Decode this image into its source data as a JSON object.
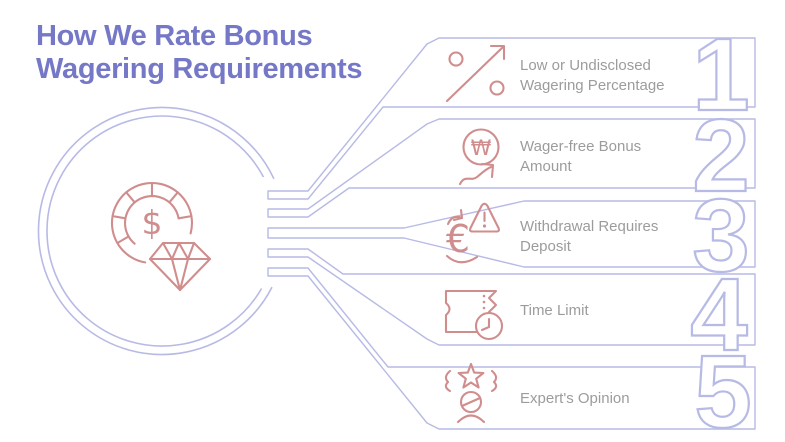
{
  "title": {
    "line1": "How We Rate Bonus",
    "line2": "Wagering Requirements"
  },
  "center_icon": {
    "name": "casino-chip-diamond-icon",
    "chip_symbol": "$"
  },
  "items": [
    {
      "number": "1",
      "label_line1": "Low or Undisclosed",
      "label_line2": "Wagering Percentage",
      "icon": "percent-growth-arrow-icon",
      "icon_symbol": ""
    },
    {
      "number": "2",
      "label_line1": "Wager-free Bonus",
      "label_line2": "Amount",
      "icon": "wager-free-coin-icon",
      "icon_symbol": "₩"
    },
    {
      "number": "3",
      "label_line1": "Withdrawal Requires",
      "label_line2": "Deposit",
      "icon": "euro-deposit-warning-icon",
      "icon_symbol": "€"
    },
    {
      "number": "4",
      "label_line1": "Time Limit",
      "label_line2": "",
      "icon": "ticket-clock-icon",
      "icon_symbol": ""
    },
    {
      "number": "5",
      "label_line1": "Expert's Opinion",
      "label_line2": "",
      "icon": "expert-stars-icon",
      "icon_symbol": ""
    }
  ],
  "colors": {
    "accent_purple": "#7478c6",
    "line_purple": "#b7bae5",
    "icon_red": "#d08d8d",
    "text_gray": "#9c9c9c",
    "background": "#ffffff"
  }
}
